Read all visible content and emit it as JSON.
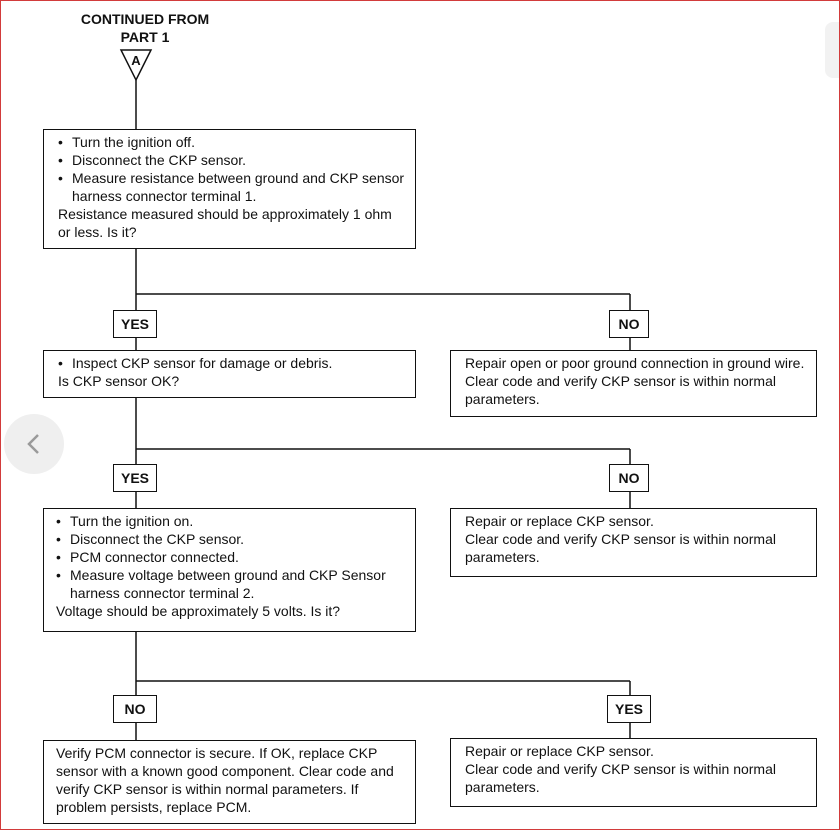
{
  "header": {
    "line1": "CONTINUED FROM",
    "line2": "PART 1",
    "connector": "A"
  },
  "step1": {
    "bullets": [
      "Turn the ignition off.",
      "Disconnect the CKP sensor.",
      "Measure resistance between ground and CKP sensor harness connector terminal 1."
    ],
    "question": "Resistance measured should be approximately 1 ohm or less. Is it?"
  },
  "branch1": {
    "yes": "YES",
    "no": "NO"
  },
  "step2": {
    "bullets": [
      "Inspect CKP sensor for damage or debris."
    ],
    "question": "Is CKP sensor OK?"
  },
  "result1_no": "Repair open or poor ground connection in ground wire. Clear code and verify CKP sensor is within normal parameters.",
  "branch2": {
    "yes": "YES",
    "no": "NO"
  },
  "step3": {
    "bullets": [
      "Turn the ignition on.",
      "Disconnect the CKP sensor.",
      "PCM connector connected.",
      "Measure voltage between ground and CKP Sensor harness connector terminal 2."
    ],
    "question": "Voltage should be approximately 5 volts. Is it?"
  },
  "result2_no": {
    "line1": "Repair or replace CKP sensor.",
    "line2": "Clear code and verify CKP sensor is within normal parameters."
  },
  "branch3": {
    "no": "NO",
    "yes": "YES"
  },
  "result3_no": "Verify PCM connector is secure. If OK, replace CKP sensor with a known good component. Clear code and verify CKP sensor is within normal parameters.  If problem persists, replace PCM.",
  "result3_yes": {
    "line1": "Repair or replace CKP sensor.",
    "line2": "Clear code and verify CKP sensor is within normal parameters."
  }
}
